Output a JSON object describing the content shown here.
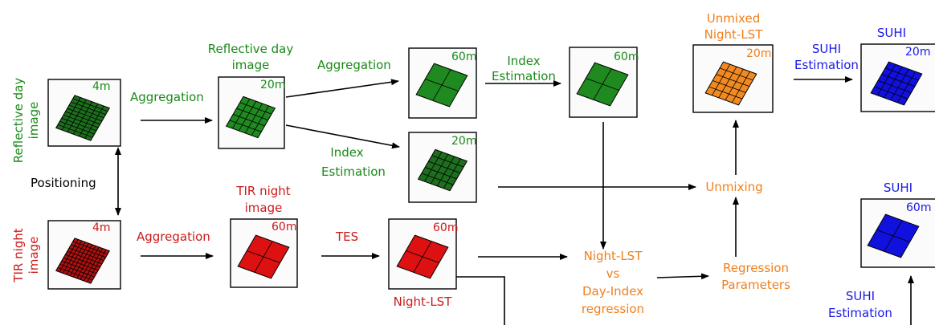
{
  "colors": {
    "green_text": "#1a8a1a",
    "red_text": "#cc1a1a",
    "orange_text": "#f07f1a",
    "blue_text": "#1a1ae6",
    "green_fill": "#1f8a1f",
    "dark_green_fill": "#1d6e1d",
    "red_fill": "#dd1111",
    "dark_red_fill": "#b01010",
    "orange_fill": "#f28a22",
    "blue_fill": "#1111dd"
  },
  "reflective_day": {
    "side_label_line1": "Reflective day",
    "side_label_line2": "image",
    "res_4m": "4m"
  },
  "tir_night": {
    "side_label_line1": "TIR night",
    "side_label_line2": "image",
    "res_4m": "4m"
  },
  "positioning": "Positioning",
  "aggregation": "Aggregation",
  "reflective_20": {
    "title_line1": "Reflective day",
    "title_line2": "image",
    "res": "20m"
  },
  "tir_60": {
    "title_line1": "TIR night",
    "title_line2": "image",
    "res": "60m"
  },
  "tes": "TES",
  "night_lst_60": {
    "res": "60m",
    "caption": "Night-LST"
  },
  "green_60a": {
    "res": "60m"
  },
  "index_estimation": {
    "line1": "Index",
    "line2": "Estimation"
  },
  "green_60b": {
    "res": "60m"
  },
  "green_20": {
    "res": "20m"
  },
  "regression": {
    "line1": "Night-LST",
    "line2": "vs",
    "line3": "Day-Index",
    "line4": "regression"
  },
  "regression_params": {
    "line1": "Regression",
    "line2": "Parameters"
  },
  "unmixing": "Unmixing",
  "unmixed": {
    "title_line1": "Unmixed",
    "title_line2": "Night-LST",
    "res": "20m"
  },
  "suhi_est": {
    "line1": "SUHI",
    "line2": "Estimation"
  },
  "suhi_20": {
    "title": "SUHI",
    "res": "20m"
  },
  "suhi_60": {
    "title": "SUHI",
    "res": "60m"
  }
}
